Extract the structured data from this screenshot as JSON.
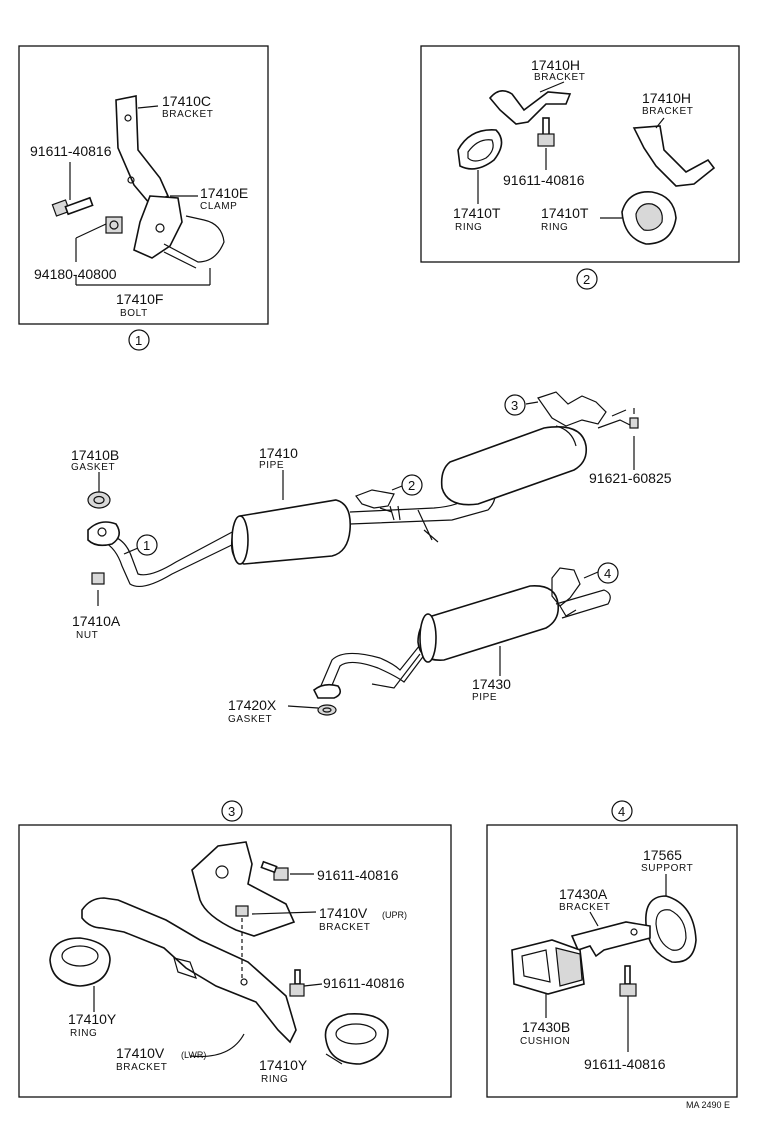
{
  "diagram": {
    "reference": "MA 2490 E",
    "callouts": {
      "box1": "1",
      "box2": "2",
      "box3": "3",
      "box4": "4",
      "main1": "1",
      "main2": "2",
      "main3": "3",
      "main4": "4"
    },
    "box1": {
      "bracket_pn": "17410C",
      "bracket_name": "BRACKET",
      "bolt_pn": "91611-40816",
      "clamp_pn": "17410E",
      "clamp_name": "CLAMP",
      "nut_pn": "94180-40800",
      "ubolt_pn": "17410F",
      "ubolt_name": "BOLT"
    },
    "box2": {
      "bracket1_pn": "17410H",
      "bracket1_name": "BRACKET",
      "bracket2_pn": "17410H",
      "bracket2_name": "BRACKET",
      "bolt_pn": "91611-40816",
      "ring1_pn": "17410T",
      "ring1_name": "RING",
      "ring2_pn": "17410T",
      "ring2_name": "RING"
    },
    "main": {
      "gasket_pn": "17410B",
      "gasket_name": "GASKET",
      "pipe_pn": "17410",
      "pipe_name": "PIPE",
      "nut_pn": "17410A",
      "nut_name": "NUT",
      "bolt_pn": "91621-60825",
      "gasket2_pn": "17420X",
      "gasket2_name": "GASKET",
      "pipe2_pn": "17430",
      "pipe2_name": "PIPE"
    },
    "box3": {
      "bolt1_pn": "91611-40816",
      "upr_pn": "17410V",
      "upr_tag": "(UPR)",
      "upr_name": "BRACKET",
      "bolt2_pn": "91611-40816",
      "ring1_pn": "17410Y",
      "ring1_name": "RING",
      "lwr_pn": "17410V",
      "lwr_tag": "(LWR)",
      "lwr_name": "BRACKET",
      "ring2_pn": "17410Y",
      "ring2_name": "RING"
    },
    "box4": {
      "support_pn": "17565",
      "support_name": "SUPPORT",
      "bracket_pn": "17430A",
      "bracket_name": "BRACKET",
      "cushion_pn": "17430B",
      "cushion_name": "CUSHION",
      "bolt_pn": "91611-40816"
    }
  }
}
